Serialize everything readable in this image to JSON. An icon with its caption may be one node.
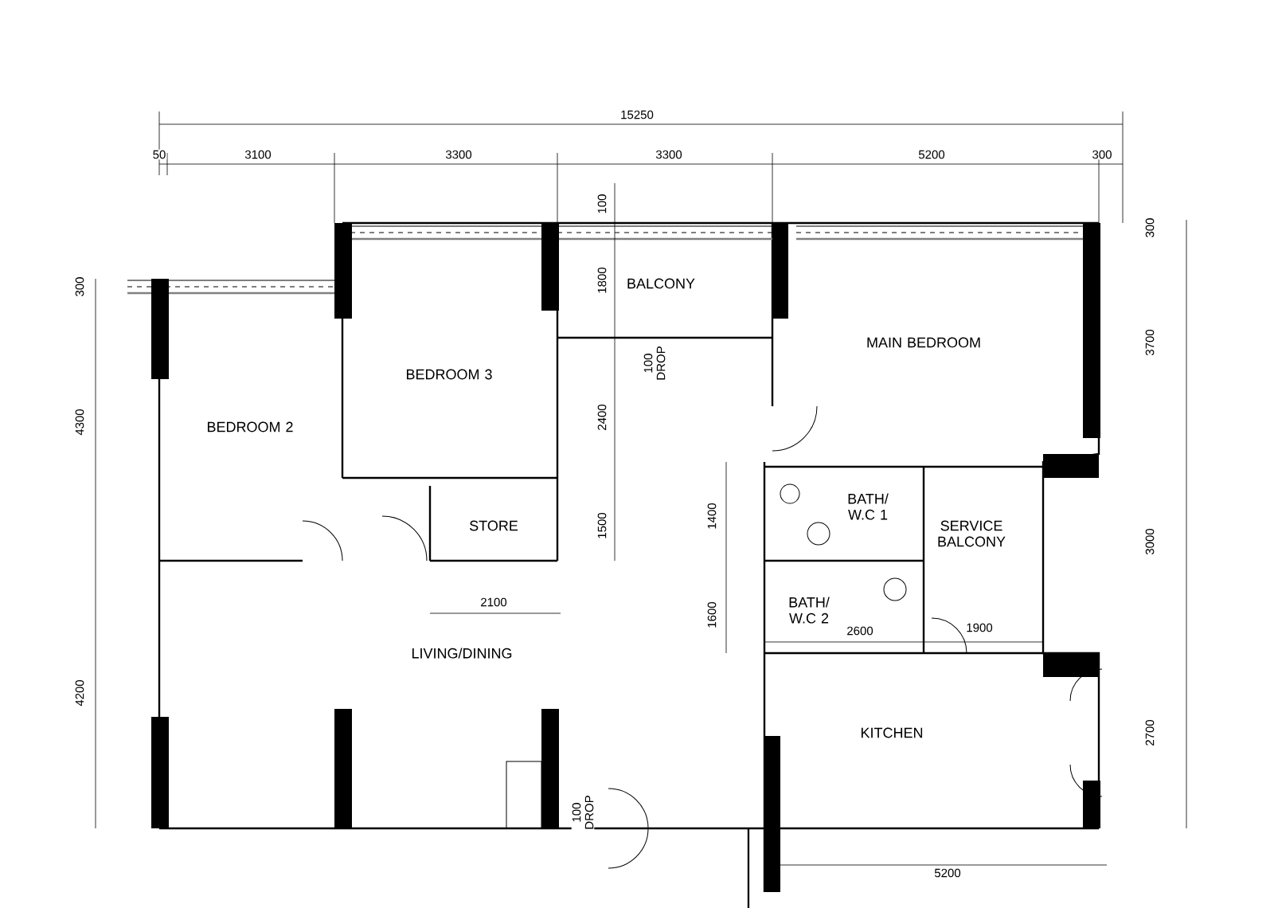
{
  "diagram": {
    "nodes": [
      {
        "text": [
          "BEDROOM 2"
        ]
      },
      {
        "text": [
          "BEDROOM 3"
        ]
      },
      {
        "text": [
          "BALCONY"
        ]
      },
      {
        "text": [
          "MAIN BEDROOM"
        ]
      },
      {
        "text": [
          "STORE"
        ]
      },
      {
        "text": [
          "BATH/ W.C 1"
        ]
      },
      {
        "text": [
          "SERVICE BALCONY"
        ]
      },
      {
        "text": [
          "BATH/ W.C 2"
        ]
      },
      {
        "text": [
          "LIVING/DINING"
        ]
      },
      {
        "text": [
          "KITCHEN"
        ]
      }
    ],
    "labels": [
      "15250",
      "50",
      "3100",
      "3300",
      "3300",
      "5200",
      "300",
      "100",
      "300",
      "300",
      "1800",
      "3700",
      "100 DROP",
      "4300",
      "2400",
      "1500",
      "1400",
      "3000",
      "1600",
      "2100",
      "2600",
      "1900",
      "2700",
      "4200",
      "100 DROP",
      "5200"
    ]
  }
}
